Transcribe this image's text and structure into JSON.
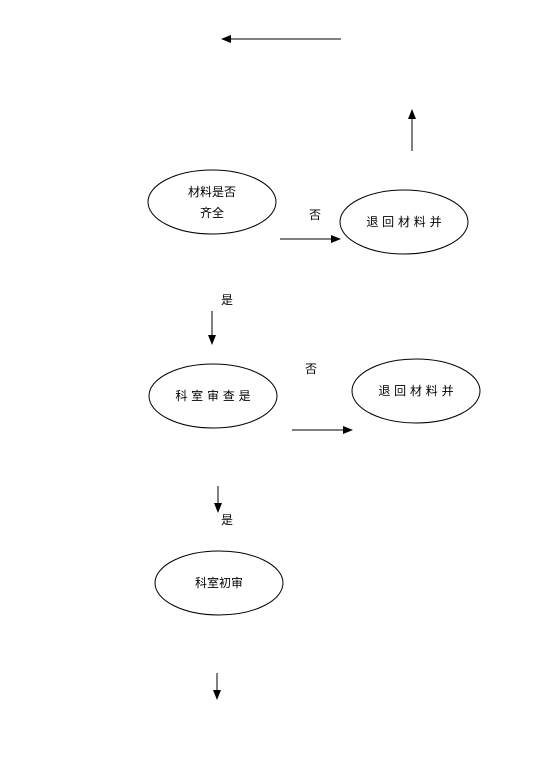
{
  "nodes": {
    "check_complete": {
      "lines": [
        "材料是否",
        "齐全"
      ]
    },
    "return_1": {
      "label": "退 回 材 料 并"
    },
    "review": {
      "label": "科 室 审 查 是"
    },
    "return_2": {
      "label": "退 回 材 料 并"
    },
    "initial_review": {
      "label": "科室初审"
    }
  },
  "edge_labels": {
    "no_1": "否",
    "yes_1": "是",
    "no_2": "否",
    "yes_2": "是"
  },
  "colors": {
    "stroke": "#000000",
    "background": "#ffffff"
  }
}
